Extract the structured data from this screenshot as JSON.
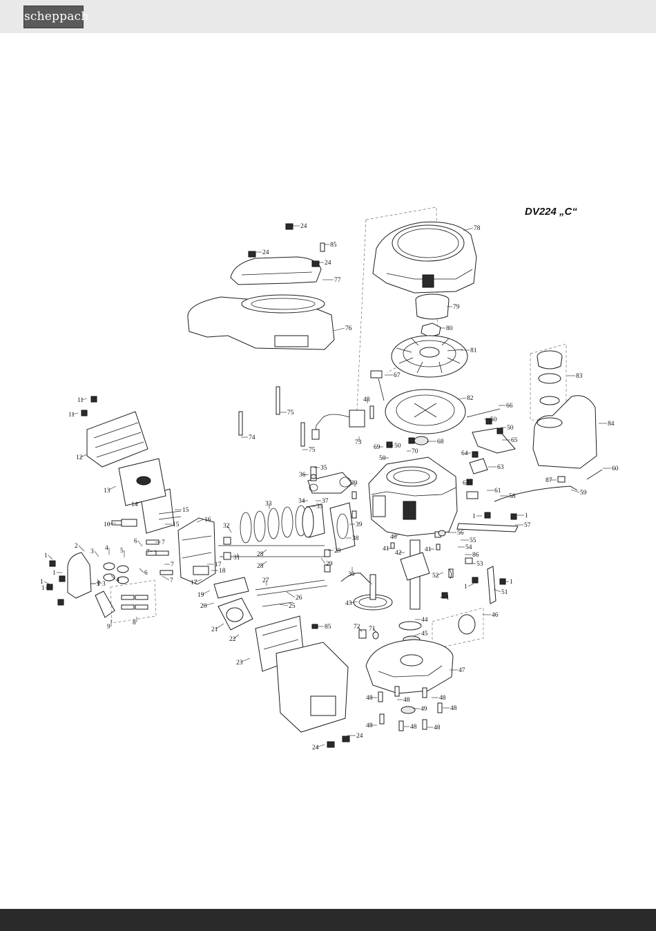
{
  "brand": {
    "logo_text": "scheppach"
  },
  "diagram": {
    "title": "DV224 „C“",
    "part_labels": [
      {
        "id": "lbl-24a",
        "text": "24"
      },
      {
        "id": "lbl-85a",
        "text": "85"
      },
      {
        "id": "lbl-24b",
        "text": "24"
      },
      {
        "id": "lbl-24c",
        "text": "24"
      },
      {
        "id": "lbl-77",
        "text": "77"
      },
      {
        "id": "lbl-78",
        "text": "78"
      },
      {
        "id": "lbl-79",
        "text": "79"
      },
      {
        "id": "lbl-76",
        "text": "76"
      },
      {
        "id": "lbl-80",
        "text": "80"
      },
      {
        "id": "lbl-81",
        "text": "81"
      },
      {
        "id": "lbl-67",
        "text": "67"
      },
      {
        "id": "lbl-83",
        "text": "83"
      },
      {
        "id": "lbl-82",
        "text": "82"
      },
      {
        "id": "lbl-66",
        "text": "66"
      },
      {
        "id": "lbl-84",
        "text": "84"
      },
      {
        "id": "lbl-48a",
        "text": "48"
      },
      {
        "id": "lbl-50a",
        "text": "50"
      },
      {
        "id": "lbl-50b",
        "text": "50"
      },
      {
        "id": "lbl-11a",
        "text": "11"
      },
      {
        "id": "lbl-11b",
        "text": "11"
      },
      {
        "id": "lbl-75a",
        "text": "75"
      },
      {
        "id": "lbl-74",
        "text": "74"
      },
      {
        "id": "lbl-73",
        "text": "73"
      },
      {
        "id": "lbl-68",
        "text": "68"
      },
      {
        "id": "lbl-65",
        "text": "65"
      },
      {
        "id": "lbl-69",
        "text": "69"
      },
      {
        "id": "lbl-50c",
        "text": "50"
      },
      {
        "id": "lbl-50d",
        "text": "50"
      },
      {
        "id": "lbl-70",
        "text": "70"
      },
      {
        "id": "lbl-64",
        "text": "64"
      },
      {
        "id": "lbl-75b",
        "text": "75"
      },
      {
        "id": "lbl-12",
        "text": "12"
      },
      {
        "id": "lbl-63",
        "text": "63"
      },
      {
        "id": "lbl-60",
        "text": "60"
      },
      {
        "id": "lbl-35a",
        "text": "35"
      },
      {
        "id": "lbl-36",
        "text": "36"
      },
      {
        "id": "lbl-62",
        "text": "62"
      },
      {
        "id": "lbl-87",
        "text": "87"
      },
      {
        "id": "lbl-39a",
        "text": "39"
      },
      {
        "id": "lbl-61",
        "text": "61"
      },
      {
        "id": "lbl-59",
        "text": "59"
      },
      {
        "id": "lbl-13",
        "text": "13"
      },
      {
        "id": "lbl-34",
        "text": "34"
      },
      {
        "id": "lbl-37",
        "text": "37"
      },
      {
        "id": "lbl-58",
        "text": "58"
      },
      {
        "id": "lbl-35b",
        "text": "35"
      },
      {
        "id": "lbl-33",
        "text": "33"
      },
      {
        "id": "lbl-14",
        "text": "14"
      },
      {
        "id": "lbl-15a",
        "text": "15"
      },
      {
        "id": "lbl-1a",
        "text": "1"
      },
      {
        "id": "lbl-1b",
        "text": "1"
      },
      {
        "id": "lbl-16",
        "text": "16"
      },
      {
        "id": "lbl-39b",
        "text": "39"
      },
      {
        "id": "lbl-10",
        "text": "10"
      },
      {
        "id": "lbl-15b",
        "text": "15"
      },
      {
        "id": "lbl-57",
        "text": "57"
      },
      {
        "id": "lbl-32",
        "text": "32"
      },
      {
        "id": "lbl-38",
        "text": "38"
      },
      {
        "id": "lbl-40",
        "text": "40"
      },
      {
        "id": "lbl-56",
        "text": "56"
      },
      {
        "id": "lbl-55",
        "text": "55"
      },
      {
        "id": "lbl-41a",
        "text": "41"
      },
      {
        "id": "lbl-41b",
        "text": "41"
      },
      {
        "id": "lbl-54",
        "text": "54"
      },
      {
        "id": "lbl-2",
        "text": "2"
      },
      {
        "id": "lbl-4a",
        "text": "4"
      },
      {
        "id": "lbl-5",
        "text": "5"
      },
      {
        "id": "lbl-6a",
        "text": "6"
      },
      {
        "id": "lbl-7a",
        "text": "7"
      },
      {
        "id": "lbl-42",
        "text": "42"
      },
      {
        "id": "lbl-86",
        "text": "86"
      },
      {
        "id": "lbl-1c",
        "text": "1"
      },
      {
        "id": "lbl-3a",
        "text": "3"
      },
      {
        "id": "lbl-31",
        "text": "31"
      },
      {
        "id": "lbl-28a",
        "text": "28"
      },
      {
        "id": "lbl-29a",
        "text": "29"
      },
      {
        "id": "lbl-53",
        "text": "53"
      },
      {
        "id": "lbl-7b",
        "text": "7"
      },
      {
        "id": "lbl-1d",
        "text": "1"
      },
      {
        "id": "lbl-17a",
        "text": "17"
      },
      {
        "id": "lbl-29b",
        "text": "29"
      },
      {
        "id": "lbl-52",
        "text": "52"
      },
      {
        "id": "lbl-1e",
        "text": "1"
      },
      {
        "id": "lbl-7c",
        "text": "7"
      },
      {
        "id": "lbl-18",
        "text": "18"
      },
      {
        "id": "lbl-28b",
        "text": "28"
      },
      {
        "id": "lbl-30",
        "text": "30"
      },
      {
        "id": "lbl-1f",
        "text": "1"
      },
      {
        "id": "lbl-1g",
        "text": "1"
      },
      {
        "id": "lbl-6b",
        "text": "6"
      },
      {
        "id": "lbl-7d",
        "text": "7"
      },
      {
        "id": "lbl-17b",
        "text": "17"
      },
      {
        "id": "lbl-27",
        "text": "27"
      },
      {
        "id": "lbl-1h",
        "text": "1"
      },
      {
        "id": "lbl-51",
        "text": "51"
      },
      {
        "id": "lbl-9a",
        "text": "9"
      },
      {
        "id": "lbl-3b",
        "text": "3"
      },
      {
        "id": "lbl-4b",
        "text": "4"
      },
      {
        "id": "lbl-19",
        "text": "19"
      },
      {
        "id": "lbl-26",
        "text": "26"
      },
      {
        "id": "lbl-1i",
        "text": "1"
      },
      {
        "id": "lbl-20",
        "text": "20"
      },
      {
        "id": "lbl-43",
        "text": "43"
      },
      {
        "id": "lbl-1j",
        "text": "1"
      },
      {
        "id": "lbl-25",
        "text": "25"
      },
      {
        "id": "lbl-46",
        "text": "46"
      },
      {
        "id": "lbl-9b",
        "text": "9"
      },
      {
        "id": "lbl-8",
        "text": "8"
      },
      {
        "id": "lbl-44",
        "text": "44"
      },
      {
        "id": "lbl-21",
        "text": "21"
      },
      {
        "id": "lbl-85b",
        "text": "85"
      },
      {
        "id": "lbl-72",
        "text": "72"
      },
      {
        "id": "lbl-71",
        "text": "71"
      },
      {
        "id": "lbl-45",
        "text": "45"
      },
      {
        "id": "lbl-22",
        "text": "22"
      },
      {
        "id": "lbl-23",
        "text": "23"
      },
      {
        "id": "lbl-47",
        "text": "47"
      },
      {
        "id": "lbl-48b",
        "text": "48"
      },
      {
        "id": "lbl-48c",
        "text": "48"
      },
      {
        "id": "lbl-48d",
        "text": "48"
      },
      {
        "id": "lbl-49",
        "text": "49"
      },
      {
        "id": "lbl-48e",
        "text": "48"
      },
      {
        "id": "lbl-48f",
        "text": "48"
      },
      {
        "id": "lbl-48g",
        "text": "48"
      },
      {
        "id": "lbl-48h",
        "text": "48"
      },
      {
        "id": "lbl-24d",
        "text": "24"
      },
      {
        "id": "lbl-24e",
        "text": "24"
      }
    ]
  },
  "colors": {
    "header_bg": "#e9e9e9",
    "footer_bg": "#2a2a2a",
    "logo_bg": "#5a5a5a"
  }
}
